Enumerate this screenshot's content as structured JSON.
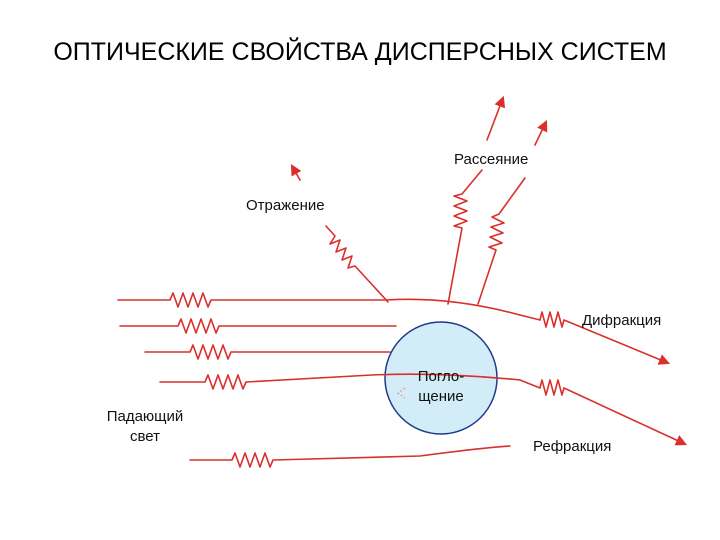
{
  "title": "ОПТИЧЕСКИЕ СВОЙСТВА ДИСПЕРСНЫХ СИСТЕМ",
  "labels": {
    "scattering": "Рассеяние",
    "reflection": "Отражение",
    "diffraction": "Дифракция",
    "absorption_line1": "Погло-",
    "absorption_line2": "щение",
    "incident_line1": "Падающий",
    "incident_line2": "свет",
    "refraction": "Рефракция"
  },
  "colors": {
    "ray": "#d9302b",
    "particle_fill": "#d2ecf8",
    "particle_stroke": "#1f3a8a",
    "text": "#111111"
  }
}
